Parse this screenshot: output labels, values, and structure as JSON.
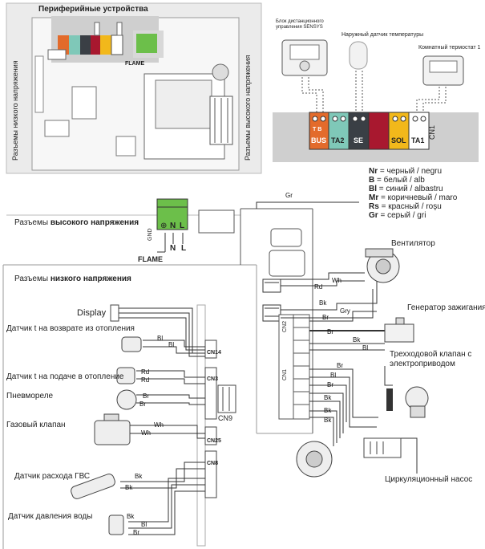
{
  "top": {
    "title": "Периферийные устройства",
    "left_side_label": "Разъемы низкого напряжения",
    "right_side_label": "Разъемы высокого напряжения",
    "flame_small": "FLAME"
  },
  "devices": {
    "remote_unit": "Блок дистанционного управления SENSYS",
    "outdoor_sensor": "Наружный датчик температуры",
    "room_thermostat": "Комнатный термостат 1"
  },
  "terminal": {
    "bus_tb": "T  B",
    "bus": "BUS",
    "ta2": "TA2",
    "se": "SE",
    "sol": "SOL",
    "ta1": "TA1",
    "cn1": "CN1"
  },
  "legend": [
    {
      "code": "Nr",
      "text": "= черный / negru"
    },
    {
      "code": "B",
      "text": "= белый / alb"
    },
    {
      "code": "Bl",
      "text": "= синий / albastru"
    },
    {
      "code": "Mr",
      "text": "= коричневый / maro"
    },
    {
      "code": "Rs",
      "text": "= красный / roşu"
    },
    {
      "code": "Gr",
      "text": "= серый / gri"
    }
  ],
  "main": {
    "hv_label_pre": "Разъемы ",
    "hv_label_bold": "высокого напряжения",
    "lv_label_pre": "Разъемы ",
    "lv_label_bold": "низкого напряжения",
    "flame": "FLAME",
    "gnd": "GND",
    "gnd_symbol": "⊕",
    "n": "N",
    "l": "L"
  },
  "components": {
    "display": "Display",
    "return_sensor": "Датчик t на возврате из отопления",
    "flow_sensor": "Датчик t на подаче в отопление",
    "pressure_relay": "Пневмореле",
    "gas_valve": "Газовый клапан",
    "dhw_flow_sensor": "Датчик расхода ГВС",
    "water_pressure_sensor": "Датчик давления воды",
    "fan": "Вентилятор",
    "igniter": "Генератор зажигания",
    "three_way_valve": "Трехходовой клапан с электроприводом",
    "pump": "Циркуляционный насос"
  },
  "connectors": {
    "cn14": "CN14",
    "cn3": "CN3",
    "cn9": "CN9",
    "cn25": "CN25",
    "cn8": "CN8",
    "cn2": "CN2",
    "cn1": "CN1"
  },
  "wires": {
    "gr": "Gr",
    "rd_fan": "Rd",
    "wh_fan": "Wh",
    "bk_ign": "Bk",
    "gry_ign": "Gry",
    "br_ign": "Br",
    "br_valve": "Br",
    "bk_valve": "Bk",
    "bl_valve": "Bl",
    "br_pump1": "Br",
    "bl_pump1": "Bl",
    "br_pump2": "Br",
    "bk_pump1": "Bk",
    "bk_pump2": "Bk",
    "bk_pump3": "Bk",
    "bl_ret1": "Bl",
    "bl_ret2": "Bl",
    "rd_flow1": "Rd",
    "rd_flow2": "Rd",
    "br_press1": "Br",
    "br_press2": "Br",
    "wh_gas1": "Wh",
    "wh_gas2": "Wh",
    "bk_dhw1": "Bk",
    "bk_dhw2": "Bk",
    "bk_wp": "Bk",
    "bl_wp": "Bl",
    "br_wp": "Br"
  },
  "colors": {
    "bus": "#e36b2b",
    "ta2": "#7fc8b8",
    "se": "#3a3f45",
    "red": "#a8182f",
    "sol": "#f2b81b",
    "ta1": "#ffffff",
    "green_conn": "#6cbf4a",
    "panel": "#cfcfcf"
  }
}
